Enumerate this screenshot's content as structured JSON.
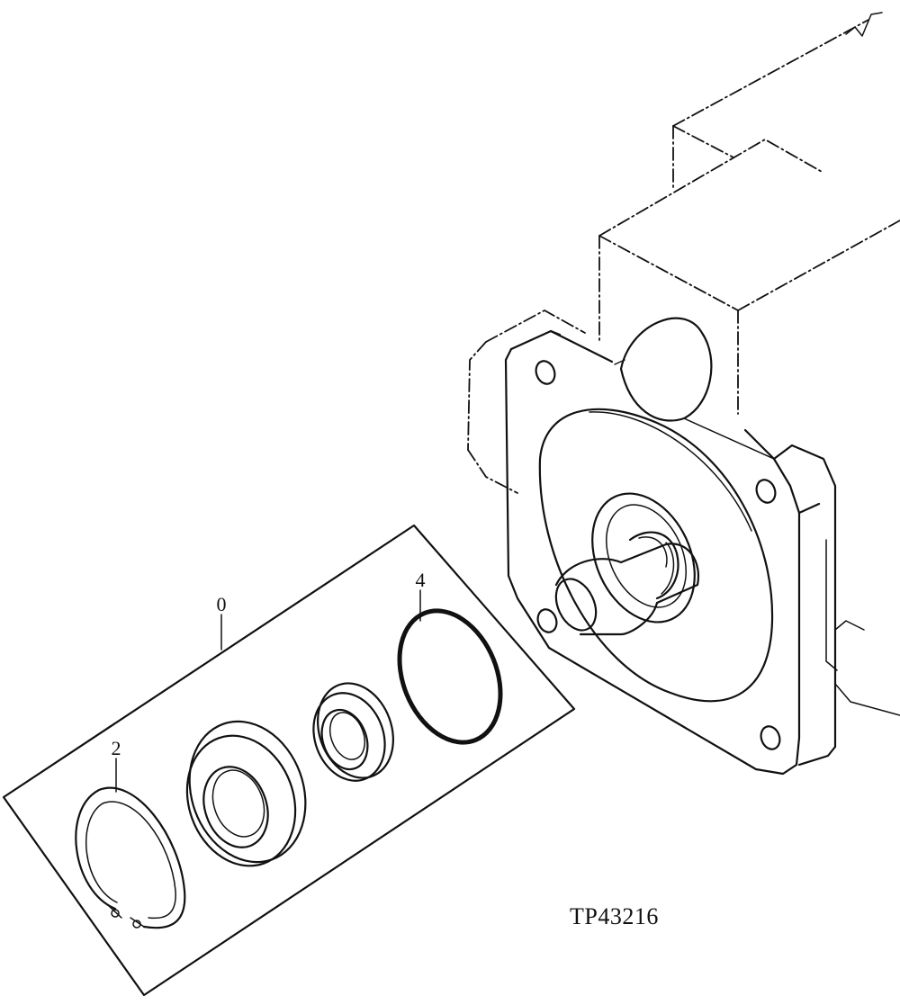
{
  "diagram": {
    "callouts": {
      "kit": "0",
      "snap_ring": "2",
      "o_ring": "4"
    },
    "figure_id": "TP43216"
  }
}
